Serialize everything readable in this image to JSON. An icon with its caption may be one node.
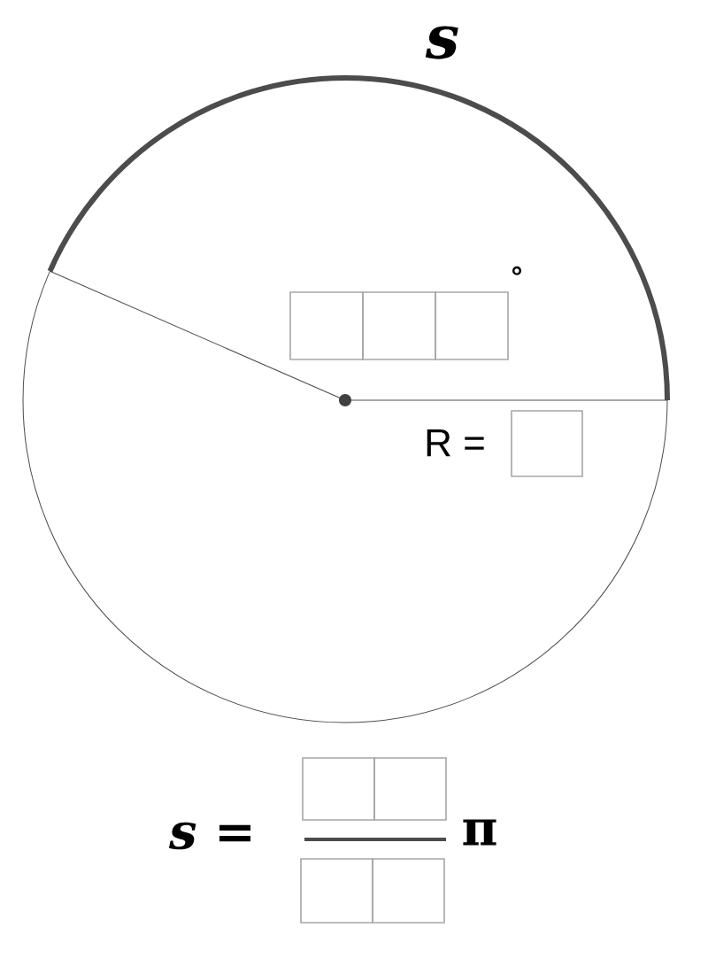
{
  "diagram": {
    "labels": [
      "s",
      "°",
      "R =",
      "s =",
      "π"
    ]
  }
}
